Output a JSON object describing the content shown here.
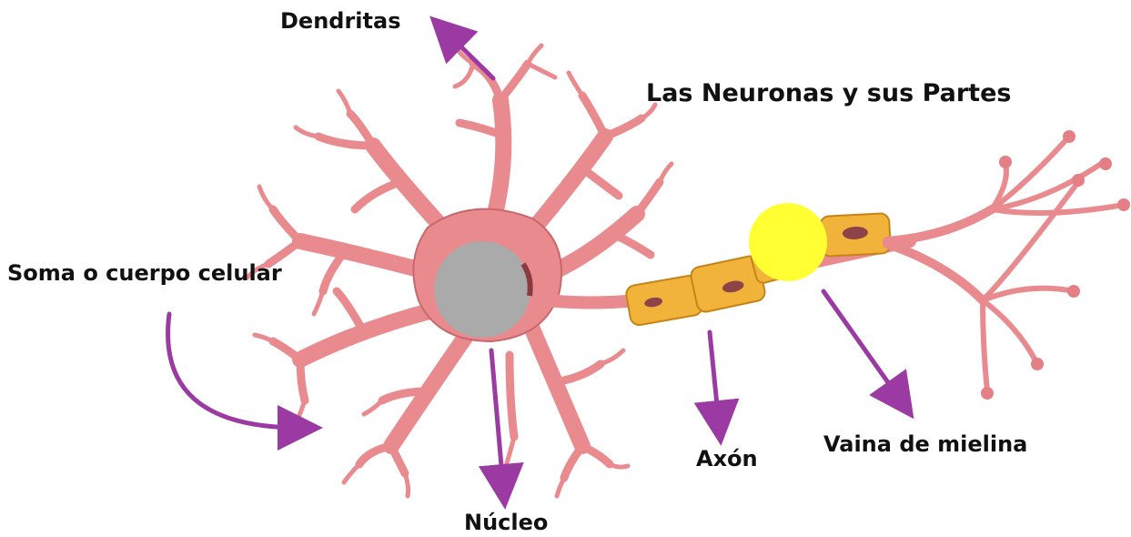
{
  "title": "Las Neuronas y sus Partes",
  "labels": {
    "dendrites": "Dendritas",
    "soma": "Soma o cuerpo celular",
    "nucleus": "Núcleo",
    "axon": "Axón",
    "myelin": "Vaina de mielina"
  },
  "colors": {
    "neuron_fill": "#e98b8e",
    "neuron_stroke": "#b8585d",
    "nucleus": "#a8a8a8",
    "myelin_fill": "#f2b33a",
    "myelin_stroke": "#c58418",
    "myelin_core": "#8d4448",
    "highlight": "#ffff33",
    "arrow": "#9c3aa3"
  }
}
